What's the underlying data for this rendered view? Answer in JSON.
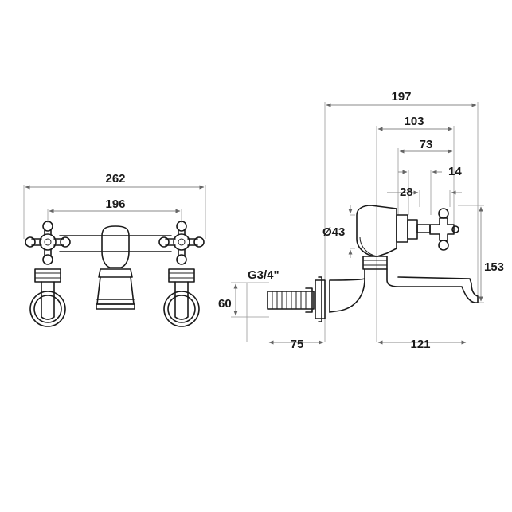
{
  "dimensions": {
    "front_overall_width": "262",
    "front_centres": "196",
    "side_total_depth": "197",
    "side_depth_103": "103",
    "side_depth_73": "73",
    "side_depth_14": "14",
    "side_depth_28": "28",
    "body_diameter": "Ø43",
    "height_153": "153",
    "thread_size": "G3/4\"",
    "thread_height": "60",
    "thread_length": "75",
    "spout_reach": "121"
  },
  "colors": {
    "line": "#1a1a1a",
    "dimension_line": "#888888"
  }
}
